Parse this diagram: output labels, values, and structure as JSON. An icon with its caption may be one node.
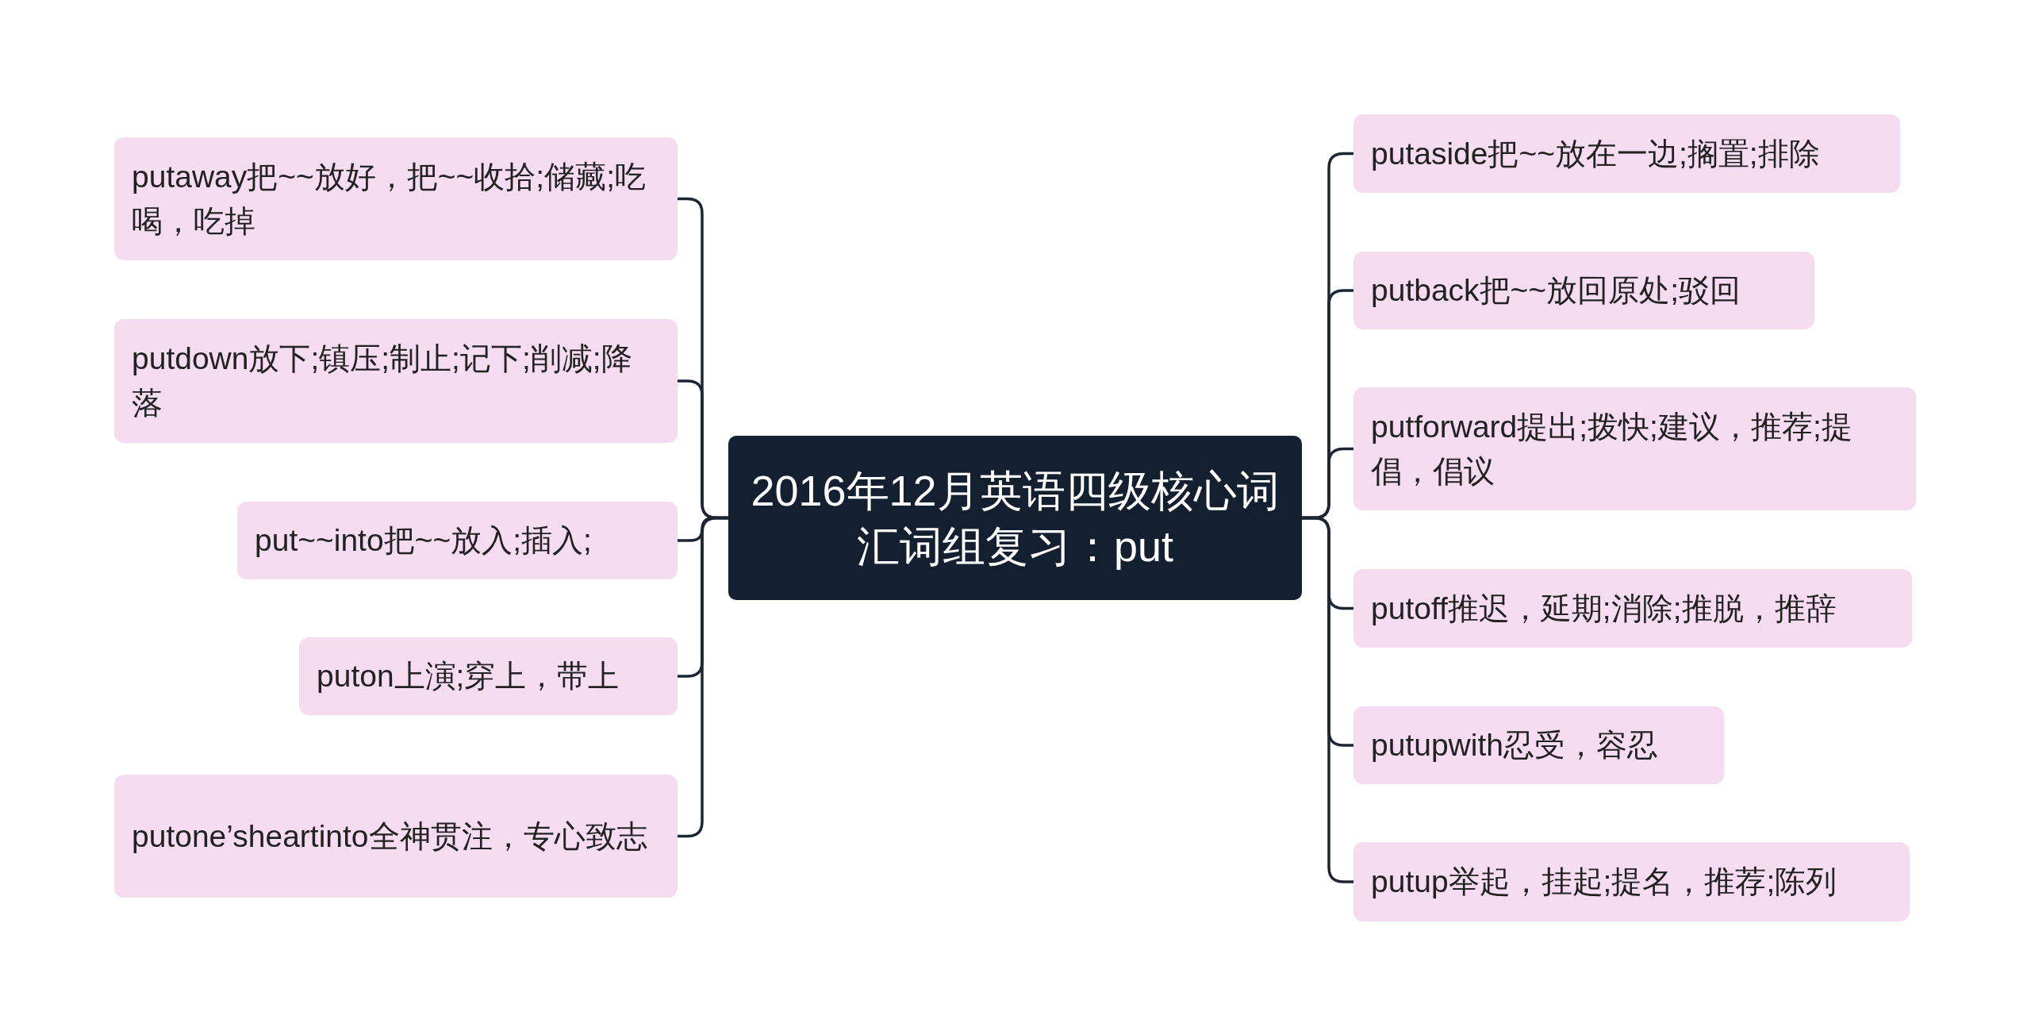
{
  "diagram": {
    "nodes": [
      {
        "text": [
          "2016年12月英语四级核心词汇词组复习：put"
        ]
      },
      {
        "text": [
          "putaway把~~放好，把~~收拾;储藏;吃喝，吃掉"
        ]
      },
      {
        "text": [
          "putdown放下;镇压;制止;记下;削减;降落"
        ]
      },
      {
        "text": [
          "put~~into把~~放入;插入;"
        ]
      },
      {
        "text": [
          "puton上演;穿上，带上"
        ]
      },
      {
        "text": [
          "putone’sheartinto全神贯注，专心致志"
        ]
      },
      {
        "text": [
          "putaside把~~放在一边;搁置;排除"
        ]
      },
      {
        "text": [
          "putback把~~放回原处;驳回"
        ]
      },
      {
        "text": [
          "putforward提出;拨快;建议，推荐;提倡，倡议"
        ]
      },
      {
        "text": [
          "putoff推迟，延期;消除;推脱，推辞"
        ]
      },
      {
        "text": [
          "putupwith忍受，容忍"
        ]
      },
      {
        "text": [
          "putup举起，挂起;提名，推荐;陈列"
        ]
      }
    ],
    "edges": [
      {
        "from": 0,
        "to": 1,
        "arrow": "none"
      },
      {
        "from": 0,
        "to": 2,
        "arrow": "none"
      },
      {
        "from": 0,
        "to": 3,
        "arrow": "none"
      },
      {
        "from": 0,
        "to": 4,
        "arrow": "none"
      },
      {
        "from": 0,
        "to": 5,
        "arrow": "none"
      },
      {
        "from": 0,
        "to": 6,
        "arrow": "none"
      },
      {
        "from": 0,
        "to": 7,
        "arrow": "none"
      },
      {
        "from": 0,
        "to": 8,
        "arrow": "none"
      },
      {
        "from": 0,
        "to": 9,
        "arrow": "none"
      },
      {
        "from": 0,
        "to": 10,
        "arrow": "none"
      },
      {
        "from": 0,
        "to": 11,
        "arrow": "none"
      }
    ]
  }
}
